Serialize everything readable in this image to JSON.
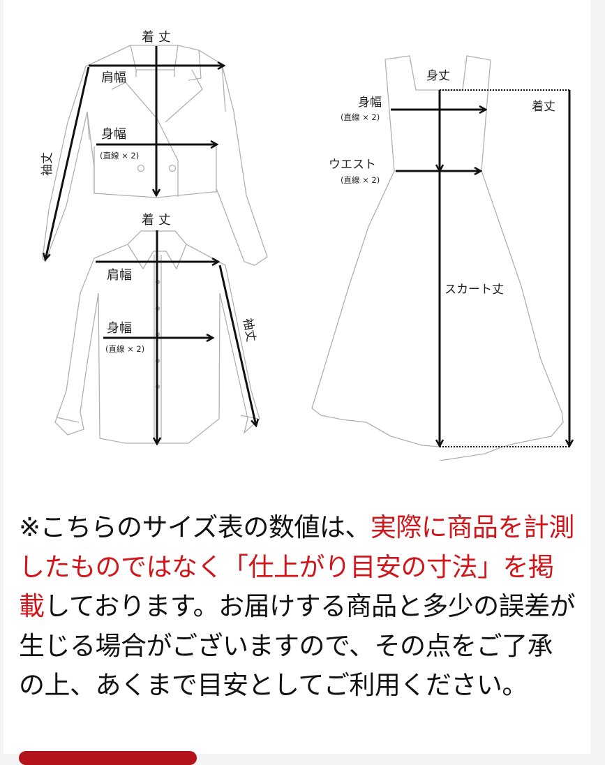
{
  "diagram": {
    "jacket": {
      "length_label": "着 丈",
      "shoulder_label": "肩幅",
      "chest_label": "身幅",
      "chest_note": "(直線 × 2)",
      "sleeve_label": "袖丈"
    },
    "shirt": {
      "length_label": "着 丈",
      "shoulder_label": "肩幅",
      "chest_label": "身幅",
      "chest_note": "(直線 × 2)",
      "sleeve_label": "袖丈"
    },
    "dress": {
      "bodice_label": "身丈",
      "chest_label": "身幅",
      "chest_note": "(直線 × 2)",
      "waist_label": "ウエスト",
      "waist_note": "(直線 × 2)",
      "total_length_label": "着丈",
      "skirt_length_label": "スカート丈"
    },
    "colors": {
      "outline": "#b0b0b0",
      "arrow": "#111111"
    }
  },
  "note": {
    "segments": [
      {
        "text": "※こちらのサイズ表の数値は、",
        "style": "normal"
      },
      {
        "text": "実際に商品を計測したものではなく「仕上がり目安の寸法」を掲載",
        "style": "red"
      },
      {
        "text": "しております。お届けする商品と多少の誤差が生じる場合がございますので、その点をご了承の上、あくまで目安としてご利用ください。",
        "style": "normal"
      }
    ],
    "colors": {
      "normal": "#111111",
      "red": "#d0161b"
    }
  }
}
